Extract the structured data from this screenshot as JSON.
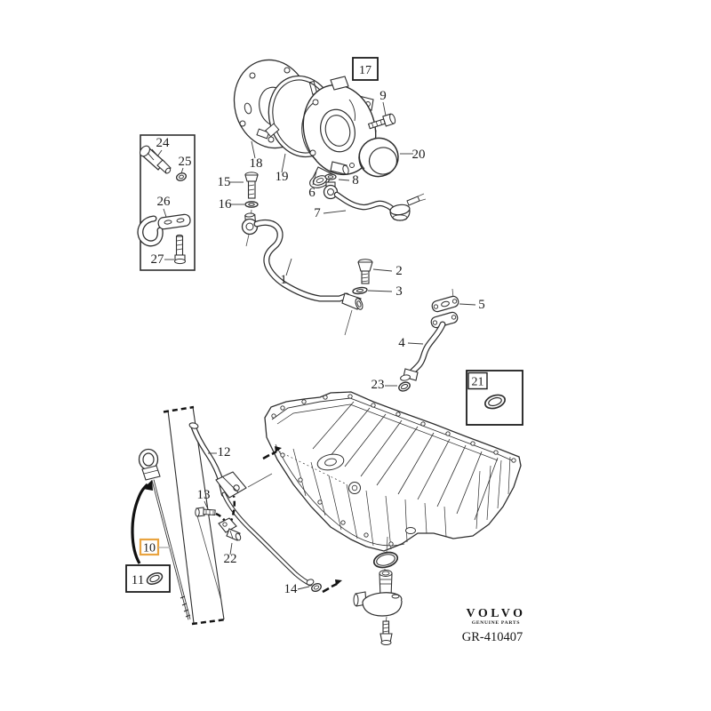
{
  "figure": {
    "brand": "VOLVO",
    "brand_subtitle": "GENUINE PARTS",
    "drawing_number": "GR-410407",
    "highlight_color": "#E9A440",
    "line_color": "#2e2e2e"
  },
  "callouts": {
    "c1": "1",
    "c2": "2",
    "c3": "3",
    "c4": "4",
    "c5": "5",
    "c6": "6",
    "c7": "7",
    "c8": "8",
    "c9": "9",
    "c10": "10",
    "c11": "11",
    "c12": "12",
    "c13": "13",
    "c14": "14",
    "c15": "15",
    "c16": "16",
    "c17": "17",
    "c18": "18",
    "c19": "19",
    "c20": "20",
    "c21": "21",
    "c22": "22",
    "c23": "23",
    "c24": "24",
    "c25": "25",
    "c26": "26",
    "c27": "27"
  }
}
